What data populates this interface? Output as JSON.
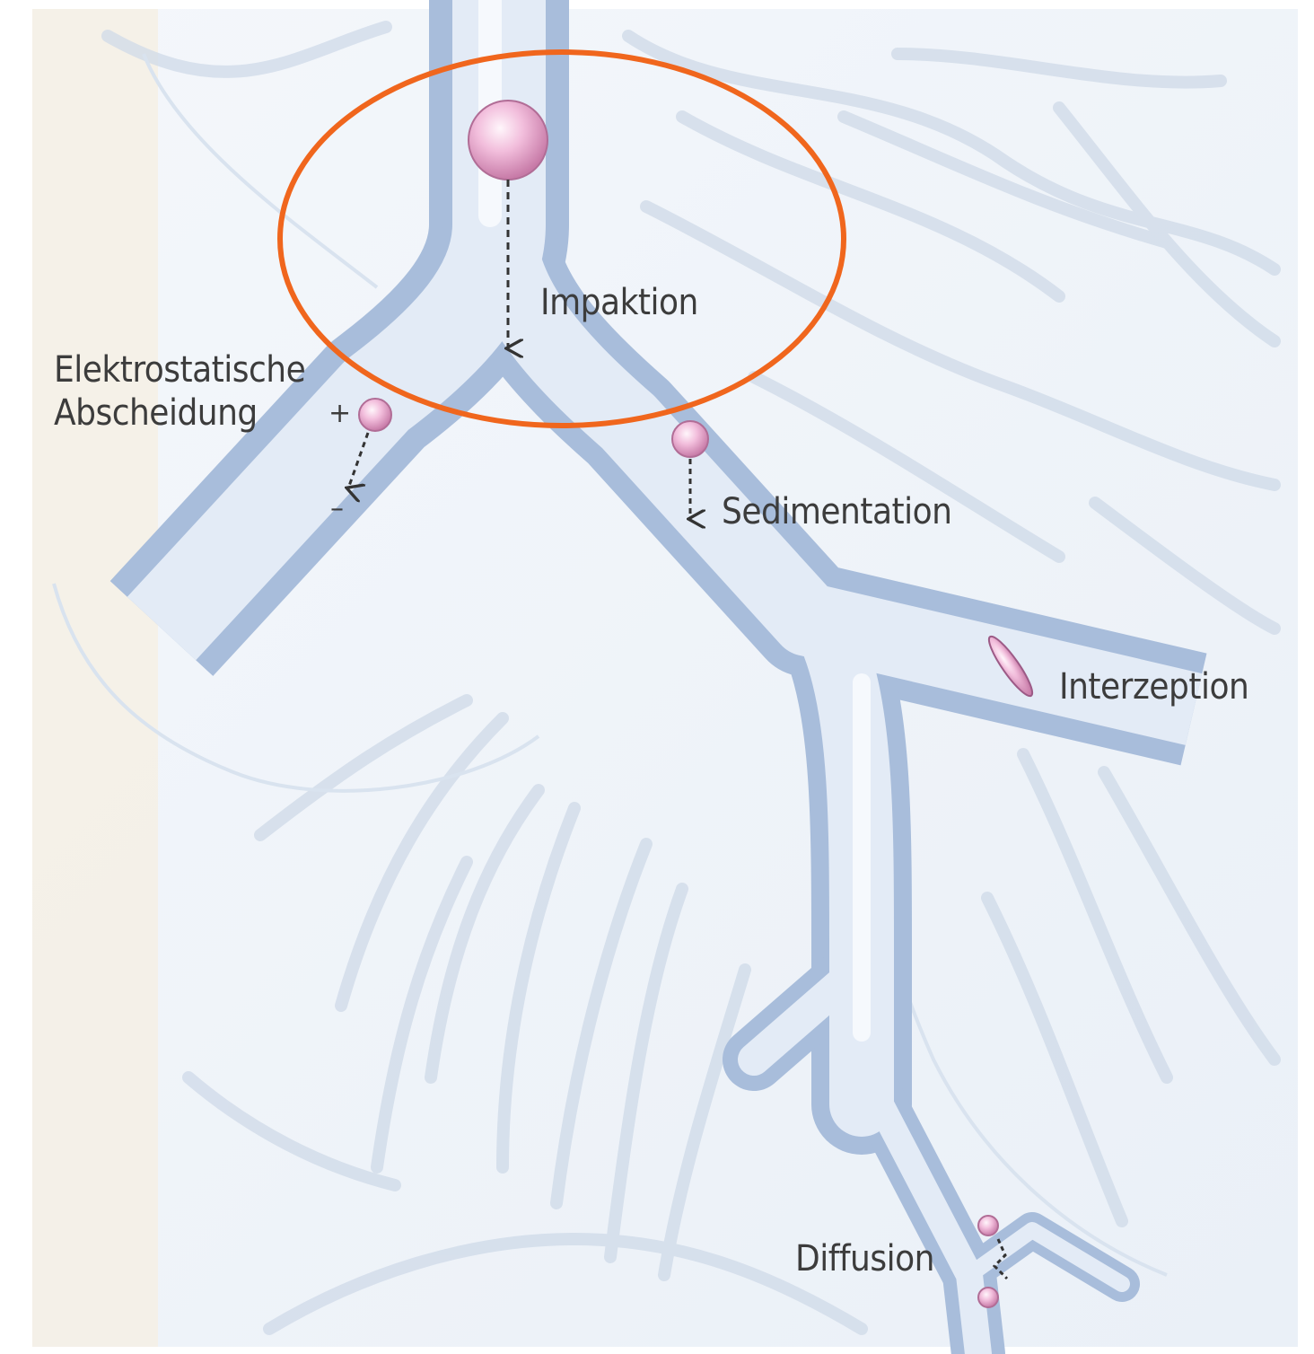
{
  "labels": {
    "impaction": "Impaktion",
    "electrostatic_line1": "Elektrostatische",
    "electrostatic_line2": "Abscheidung",
    "sedimentation": "Sedimentation",
    "interception": "Interzeption",
    "diffusion": "Diffusion",
    "plus": "+",
    "minus": "–"
  },
  "colors": {
    "airway_edge": "#9fb6d6",
    "airway_fill": "#dbe6f4",
    "particle": "#e8a6cc",
    "particle_highlight": "#fbeaf3",
    "highlight_ellipse": "#f0661d",
    "left_strip": "#f6efe2"
  },
  "highlight": "ellipse around Impaktion"
}
